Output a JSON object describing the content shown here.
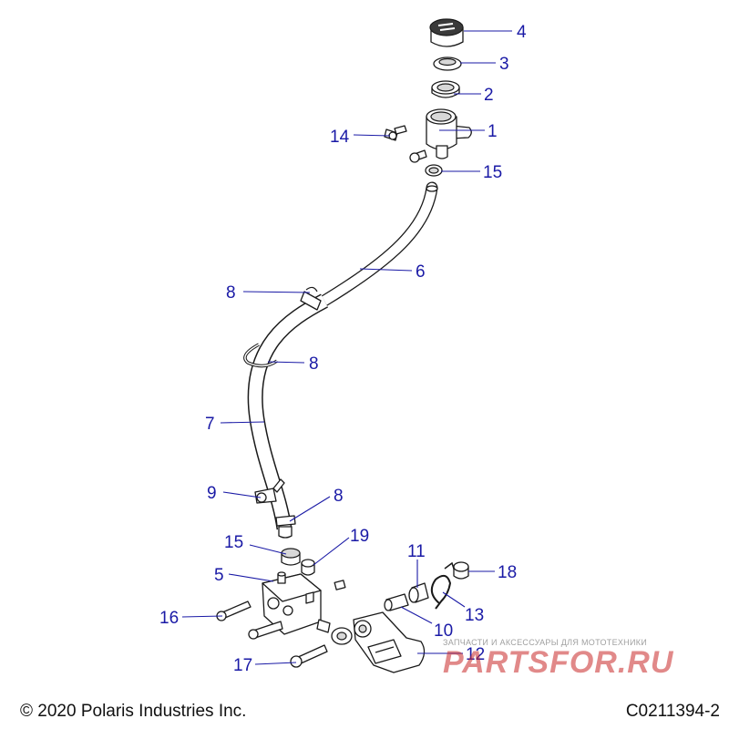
{
  "callouts": {
    "c1": "1",
    "c2": "2",
    "c3": "3",
    "c4": "4",
    "c5": "5",
    "c6": "6",
    "c7": "7",
    "c8a": "8",
    "c8b": "8",
    "c8c": "8",
    "c9": "9",
    "c10": "10",
    "c11": "11",
    "c12": "12",
    "c13": "13",
    "c14": "14",
    "c15a": "15",
    "c15b": "15",
    "c16": "16",
    "c17": "17",
    "c18": "18",
    "c19": "19"
  },
  "footer": {
    "copyright": "© 2020 Polaris Industries Inc.",
    "drawing_code": "C0211394-2"
  },
  "watermark": {
    "tagline": "ЗАПЧАСТИ И АКСЕССУАРЫ ДЛЯ МОТОТЕХНИКИ",
    "logo": "PARTSFOR.RU"
  },
  "colors": {
    "callout": "#1a1aa6",
    "line_art": "#1a1a1a",
    "watermark": "#c82828"
  }
}
